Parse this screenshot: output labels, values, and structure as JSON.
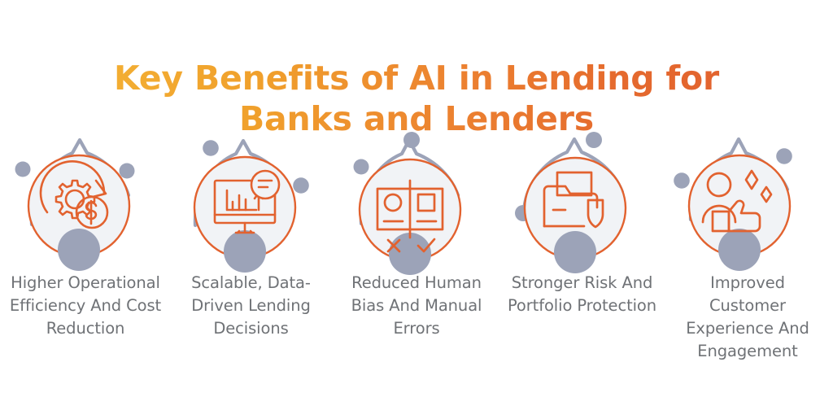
{
  "header": {
    "title": "Key Benefits of AI in Lending for Banks and Lenders"
  },
  "colors": {
    "title_gradient_start": "#F4B335",
    "title_gradient_end": "#E1602F",
    "icon_orange": "#E2622F",
    "accent_gray": "#9CA3B8",
    "circle_fill": "#F1F3F6",
    "caption_text": "#6F7276",
    "background": "#FFFFFF"
  },
  "benefits": [
    {
      "id": "efficiency",
      "icon_name": "gear-with-dollar-coin-icon",
      "caption": "Higher Operational Efficiency And Cost Reduction"
    },
    {
      "id": "scalable-decisions",
      "icon_name": "monitor-bar-chart-growth-icon",
      "caption": "Scalable, Data-Driven Lending Decisions"
    },
    {
      "id": "reduced-bias",
      "icon_name": "comparison-check-cross-icon",
      "caption": "Reduced Human Bias And Manual Errors"
    },
    {
      "id": "risk-protection",
      "icon_name": "briefcase-with-shield-icon",
      "caption": "Stronger Risk And Portfolio Protection"
    },
    {
      "id": "customer-experience",
      "icon_name": "person-thumbs-up-sparkle-icon",
      "caption": "Improved Customer Experience And Engagement"
    }
  ]
}
